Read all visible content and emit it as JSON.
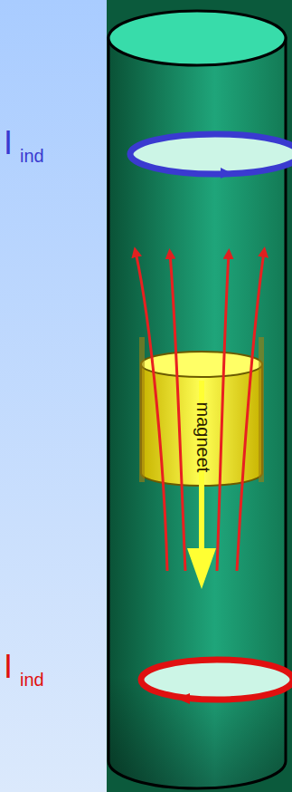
{
  "diagram": {
    "nodes": [
      {
        "text": [
          "magneet"
        ]
      }
    ],
    "labels": [
      "I",
      "ind",
      "I",
      "ind"
    ]
  }
}
